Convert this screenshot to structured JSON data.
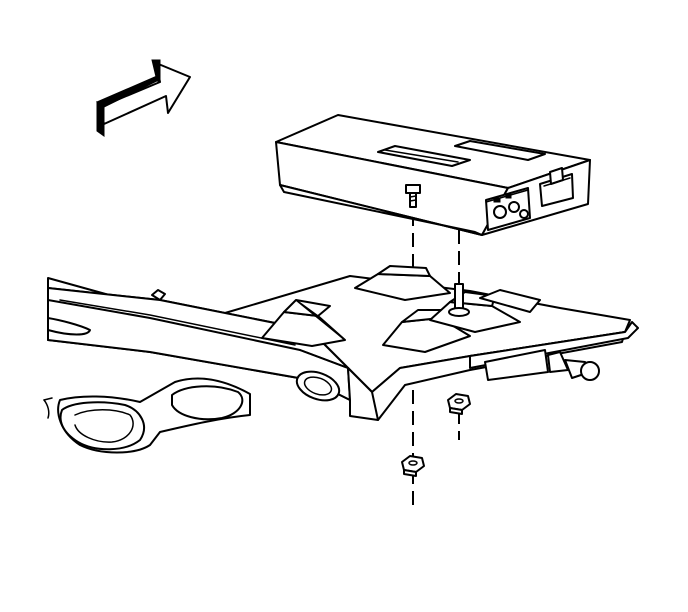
{
  "colors": {
    "line": "#000000",
    "background": "#ffffff"
  },
  "parts": [
    {
      "name": "direction-arrow-icon"
    },
    {
      "name": "electronic-control-module"
    },
    {
      "name": "module-mounting-bracket"
    },
    {
      "name": "mounting-bolt"
    },
    {
      "name": "mounting-stud"
    },
    {
      "name": "nut-left"
    },
    {
      "name": "nut-right"
    }
  ]
}
